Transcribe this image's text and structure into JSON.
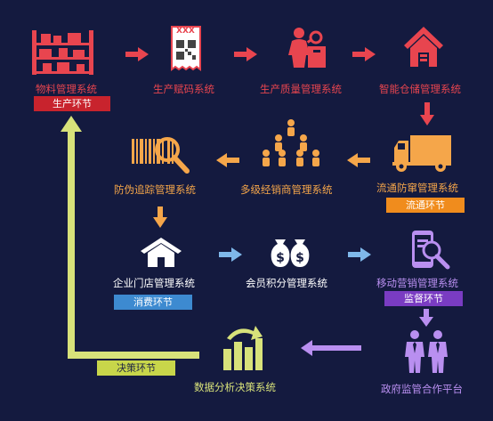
{
  "nodes": {
    "material": "物料管理系统",
    "coding": "生产赋码系统",
    "quality": "生产质量管理系统",
    "warehouse": "智能仓储管理系统",
    "logistics": "流通防窜管理系统",
    "distributor": "多级经销商管理系统",
    "antifake": "防伪追踪管理系统",
    "store": "企业门店管理系统",
    "member": "会员积分管理系统",
    "mobile": "移动营销管理系统",
    "gov": "政府监管合作平台",
    "analytics": "数据分析决策系统"
  },
  "badges": {
    "production": "生产环节",
    "circulation": "流通环节",
    "consumption": "消费环节",
    "supervision": "监督环节",
    "decision": "决策环节"
  },
  "icons": {
    "qr_text": "XXX"
  },
  "colors": {
    "background": "#141a3f",
    "production": "#e8454f",
    "circulation": "#f5a64a",
    "consumption": "#7fb8ea",
    "supervision": "#b98ff0",
    "decision": "#d8e27a"
  }
}
